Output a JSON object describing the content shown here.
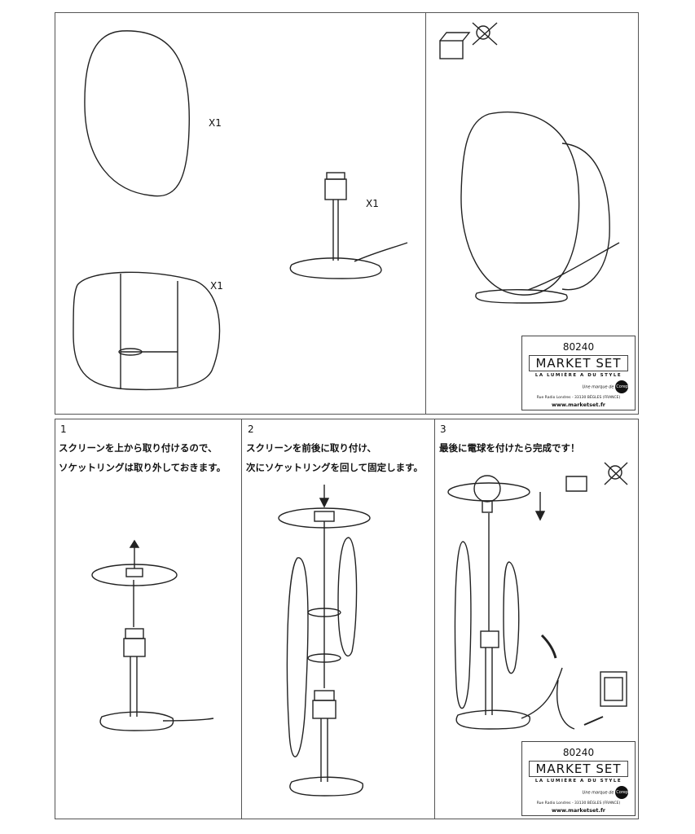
{
  "parts": {
    "qty_shade_tall": "X1",
    "qty_base": "X1",
    "qty_shade_wide": "X1"
  },
  "steps": [
    {
      "number": "1",
      "line1": "スクリーンを上から取り付けるので、",
      "line2": "ソケットリングは取り外しておきます。"
    },
    {
      "number": "2",
      "line1": "スクリーンを前後に取り付け、",
      "line2": "次にソケットリングを回して固定します。"
    },
    {
      "number": "3",
      "line1": "最後に電球を付けたら完成です！",
      "line2": ""
    }
  ],
  "brand": {
    "code": "80240",
    "logo": "MARKET SET",
    "tagline": "LA LUMIÈRE A DU STYLE",
    "by": "Une marque de",
    "by_logo": "Corep",
    "address": "Rue Radio Londres - 33130 BÈGLES (FRANCE)",
    "website": "www.marketset.fr"
  }
}
